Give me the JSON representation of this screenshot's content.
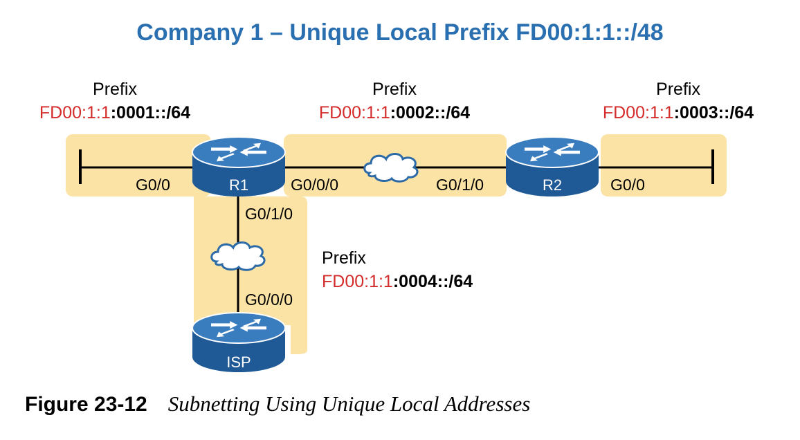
{
  "title": "Company 1 – Unique Local Prefix FD00:1:1::/48",
  "prefixes": [
    {
      "label": "Prefix",
      "global": "FD00:1:1",
      "subnet": ":0001::/64"
    },
    {
      "label": "Prefix",
      "global": "FD00:1:1",
      "subnet": ":0002::/64"
    },
    {
      "label": "Prefix",
      "global": "FD00:1:1",
      "subnet": ":0003::/64"
    },
    {
      "label": "Prefix",
      "global": "FD00:1:1",
      "subnet": ":0004::/64"
    }
  ],
  "routers": {
    "r1": "R1",
    "r2": "R2",
    "isp": "ISP"
  },
  "interfaces": {
    "r1_left": "G0/0",
    "r1_right": "G0/0/0",
    "r2_left": "G0/1/0",
    "r2_right": "G0/0",
    "r1_down": "G0/1/0",
    "isp_up": "G0/0/0"
  },
  "caption": {
    "number": "Figure 23-12",
    "text": "Subnetting Using Unique Local Addresses"
  },
  "colors": {
    "title": "#2a6fb0",
    "prefix_red": "#d42b2b",
    "subnet_fill": "#fbe3a6",
    "router": "#2b6aa6"
  }
}
